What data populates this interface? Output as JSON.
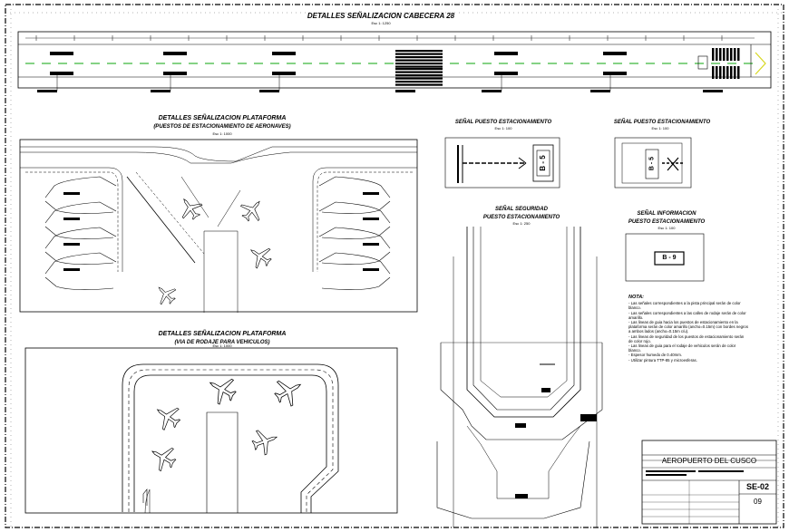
{
  "sections": {
    "runway": {
      "title": "DETALLES SEÑALIZACION CABECERA 28",
      "scale": "Esc 1: 1250"
    },
    "platform": {
      "title": "DETALLES SEÑALIZACION PLATAFORMA",
      "subtitle": "(PUESTOS DE ESTACIONAMIENTO DE AERONAVES)",
      "scale": "Esc 1: 1000"
    },
    "vehicle_way": {
      "title": "DETALLES SEÑALIZACION PLATAFORMA",
      "subtitle": "(VIA DE RODAJE PARA VEHICULOS)",
      "scale": "Esc 1: 1000"
    },
    "sign_a": {
      "title": "SEÑAL PUESTO ESTACIONAMIENTO",
      "scale": "Esc 1: 100",
      "label": "B - 5"
    },
    "sign_b": {
      "title": "SEÑAL PUESTO ESTACIONAMIENTO",
      "scale": "Esc 1: 100",
      "label": "B - 5"
    },
    "safety": {
      "title": "SEÑAL SEGURIDAD",
      "subtitle": "PUESTO ESTACIONAMIENTO",
      "scale": "Esc 1: 250"
    },
    "info": {
      "title": "SEÑAL INFORMACION",
      "subtitle": "PUESTO ESTACIONAMIENTO",
      "scale": "Esc 1: 100",
      "label": "B - 9"
    }
  },
  "notes": {
    "heading": "NOTA:",
    "items": [
      "- Las señales correspondientes a la pista principal serán de color blanco.",
      "- Las señales correspondientes a las calles de rodaje serán de color amarillo.",
      "- Las lineas de guia hacia los puestos de estacionamiento en la plataforma serán de color amarillo (ancho=0.15m) con bordes negros a ambos lados (ancho=0.15m c/u).",
      "- Las lineas de seguridad de los puestos de estacionamiento serán de color rojo.",
      "- Las lineas de guia para el rodaje de vehiculos serán de color blanco.",
      "- Espesor humedo de 0.40mm.",
      "- Utilizar pintura TTP-85 y microesferas."
    ]
  },
  "title_block": {
    "project": "AEROPUERTO DEL CUSCO",
    "sheet_code": "SE-02",
    "sheet_number": "09"
  },
  "colors": {
    "ink": "#000000",
    "centerline": "#3cb83c",
    "threshold_arrow": "#d8d820"
  }
}
